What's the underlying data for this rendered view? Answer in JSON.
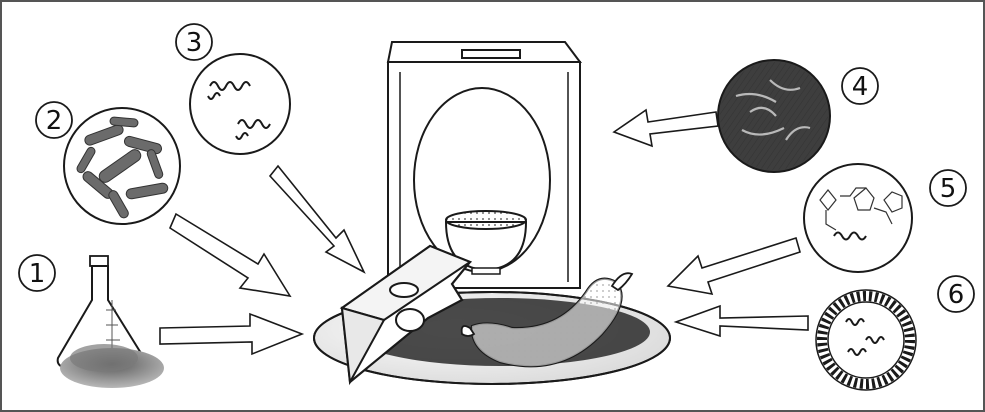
{
  "markers": [
    {
      "id": "1",
      "label": "1"
    },
    {
      "id": "2",
      "label": "2"
    },
    {
      "id": "3",
      "label": "3"
    },
    {
      "id": "4",
      "label": "4"
    },
    {
      "id": "5",
      "label": "5"
    },
    {
      "id": "6",
      "label": "6"
    }
  ],
  "colors": {
    "ink": "#1a1a1a",
    "background": "#ffffff",
    "frame": "#555555",
    "bacteria": "#6b6b6b",
    "powder": "#8a8a8a"
  }
}
